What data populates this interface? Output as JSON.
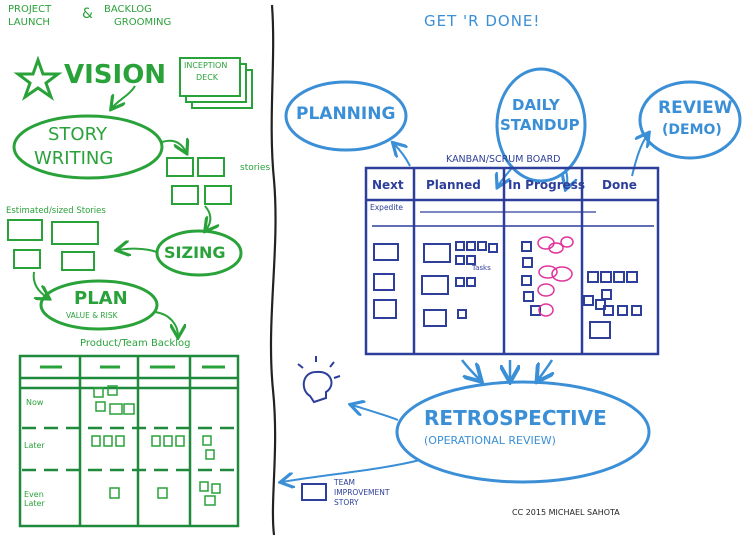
{
  "left_panel": {
    "header_line1": "PROJECT",
    "header_line2": "LAUNCH",
    "amp": "&",
    "header2_line1": "BACKLOG",
    "header2_line2": "GROOMING",
    "vision": "VISION",
    "inception_line1": "INCEPTION",
    "inception_line2": "DECK",
    "story_line1": "STORY",
    "story_line2": "WRITING",
    "stories": "stories",
    "estimated": "Estimated/sized Stories",
    "sizing": "SIZING",
    "plan": "PLAN",
    "plan_sub": "VALUE & RISK",
    "backlog_title": "Product/Team Backlog",
    "rows": [
      "Now",
      "Later",
      "Even Later"
    ]
  },
  "right_panel": {
    "title": "GET 'R DONE!",
    "planning": "PLANNING",
    "standup_line1": "DAILY",
    "standup_line2": "STANDUP",
    "review_line1": "REVIEW",
    "review_line2": "(DEMO)",
    "board_title": "KANBAN/SCRUM BOARD",
    "columns": [
      "Next",
      "Planned",
      "In Progress",
      "Done"
    ],
    "expedite": "Expedite",
    "tasks": "Tasks",
    "retro": "RETROSPECTIVE",
    "retro_sub": "(OPERATIONAL REVIEW)",
    "team_line1": "TEAM",
    "team_line2": "IMPROVEMENT",
    "team_line3": "STORY",
    "credit": "CC 2015 MICHAEL SAHOTA"
  },
  "colors": {
    "green": "#2aa23a",
    "blue": "#3b8fd6",
    "navy": "#2d3f9a",
    "magenta": "#e0359b",
    "divider": "#222222"
  }
}
